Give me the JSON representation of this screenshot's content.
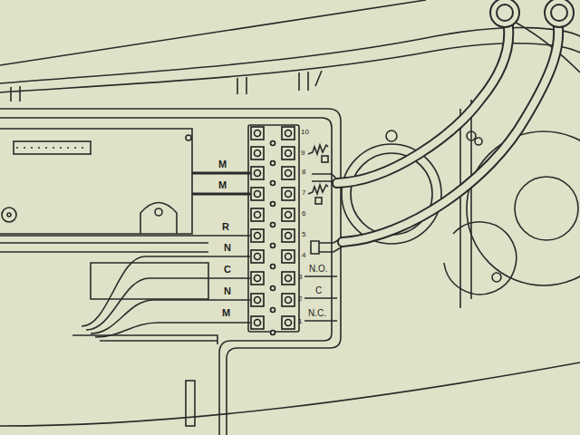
{
  "diagram": {
    "labels": [
      "10",
      "9",
      "8",
      "M",
      "7",
      "M",
      "6",
      "R",
      "5",
      "N",
      "4",
      "C",
      "3",
      "N.O.",
      "N",
      "2",
      "C",
      "M",
      "1",
      "N.C."
    ]
  }
}
